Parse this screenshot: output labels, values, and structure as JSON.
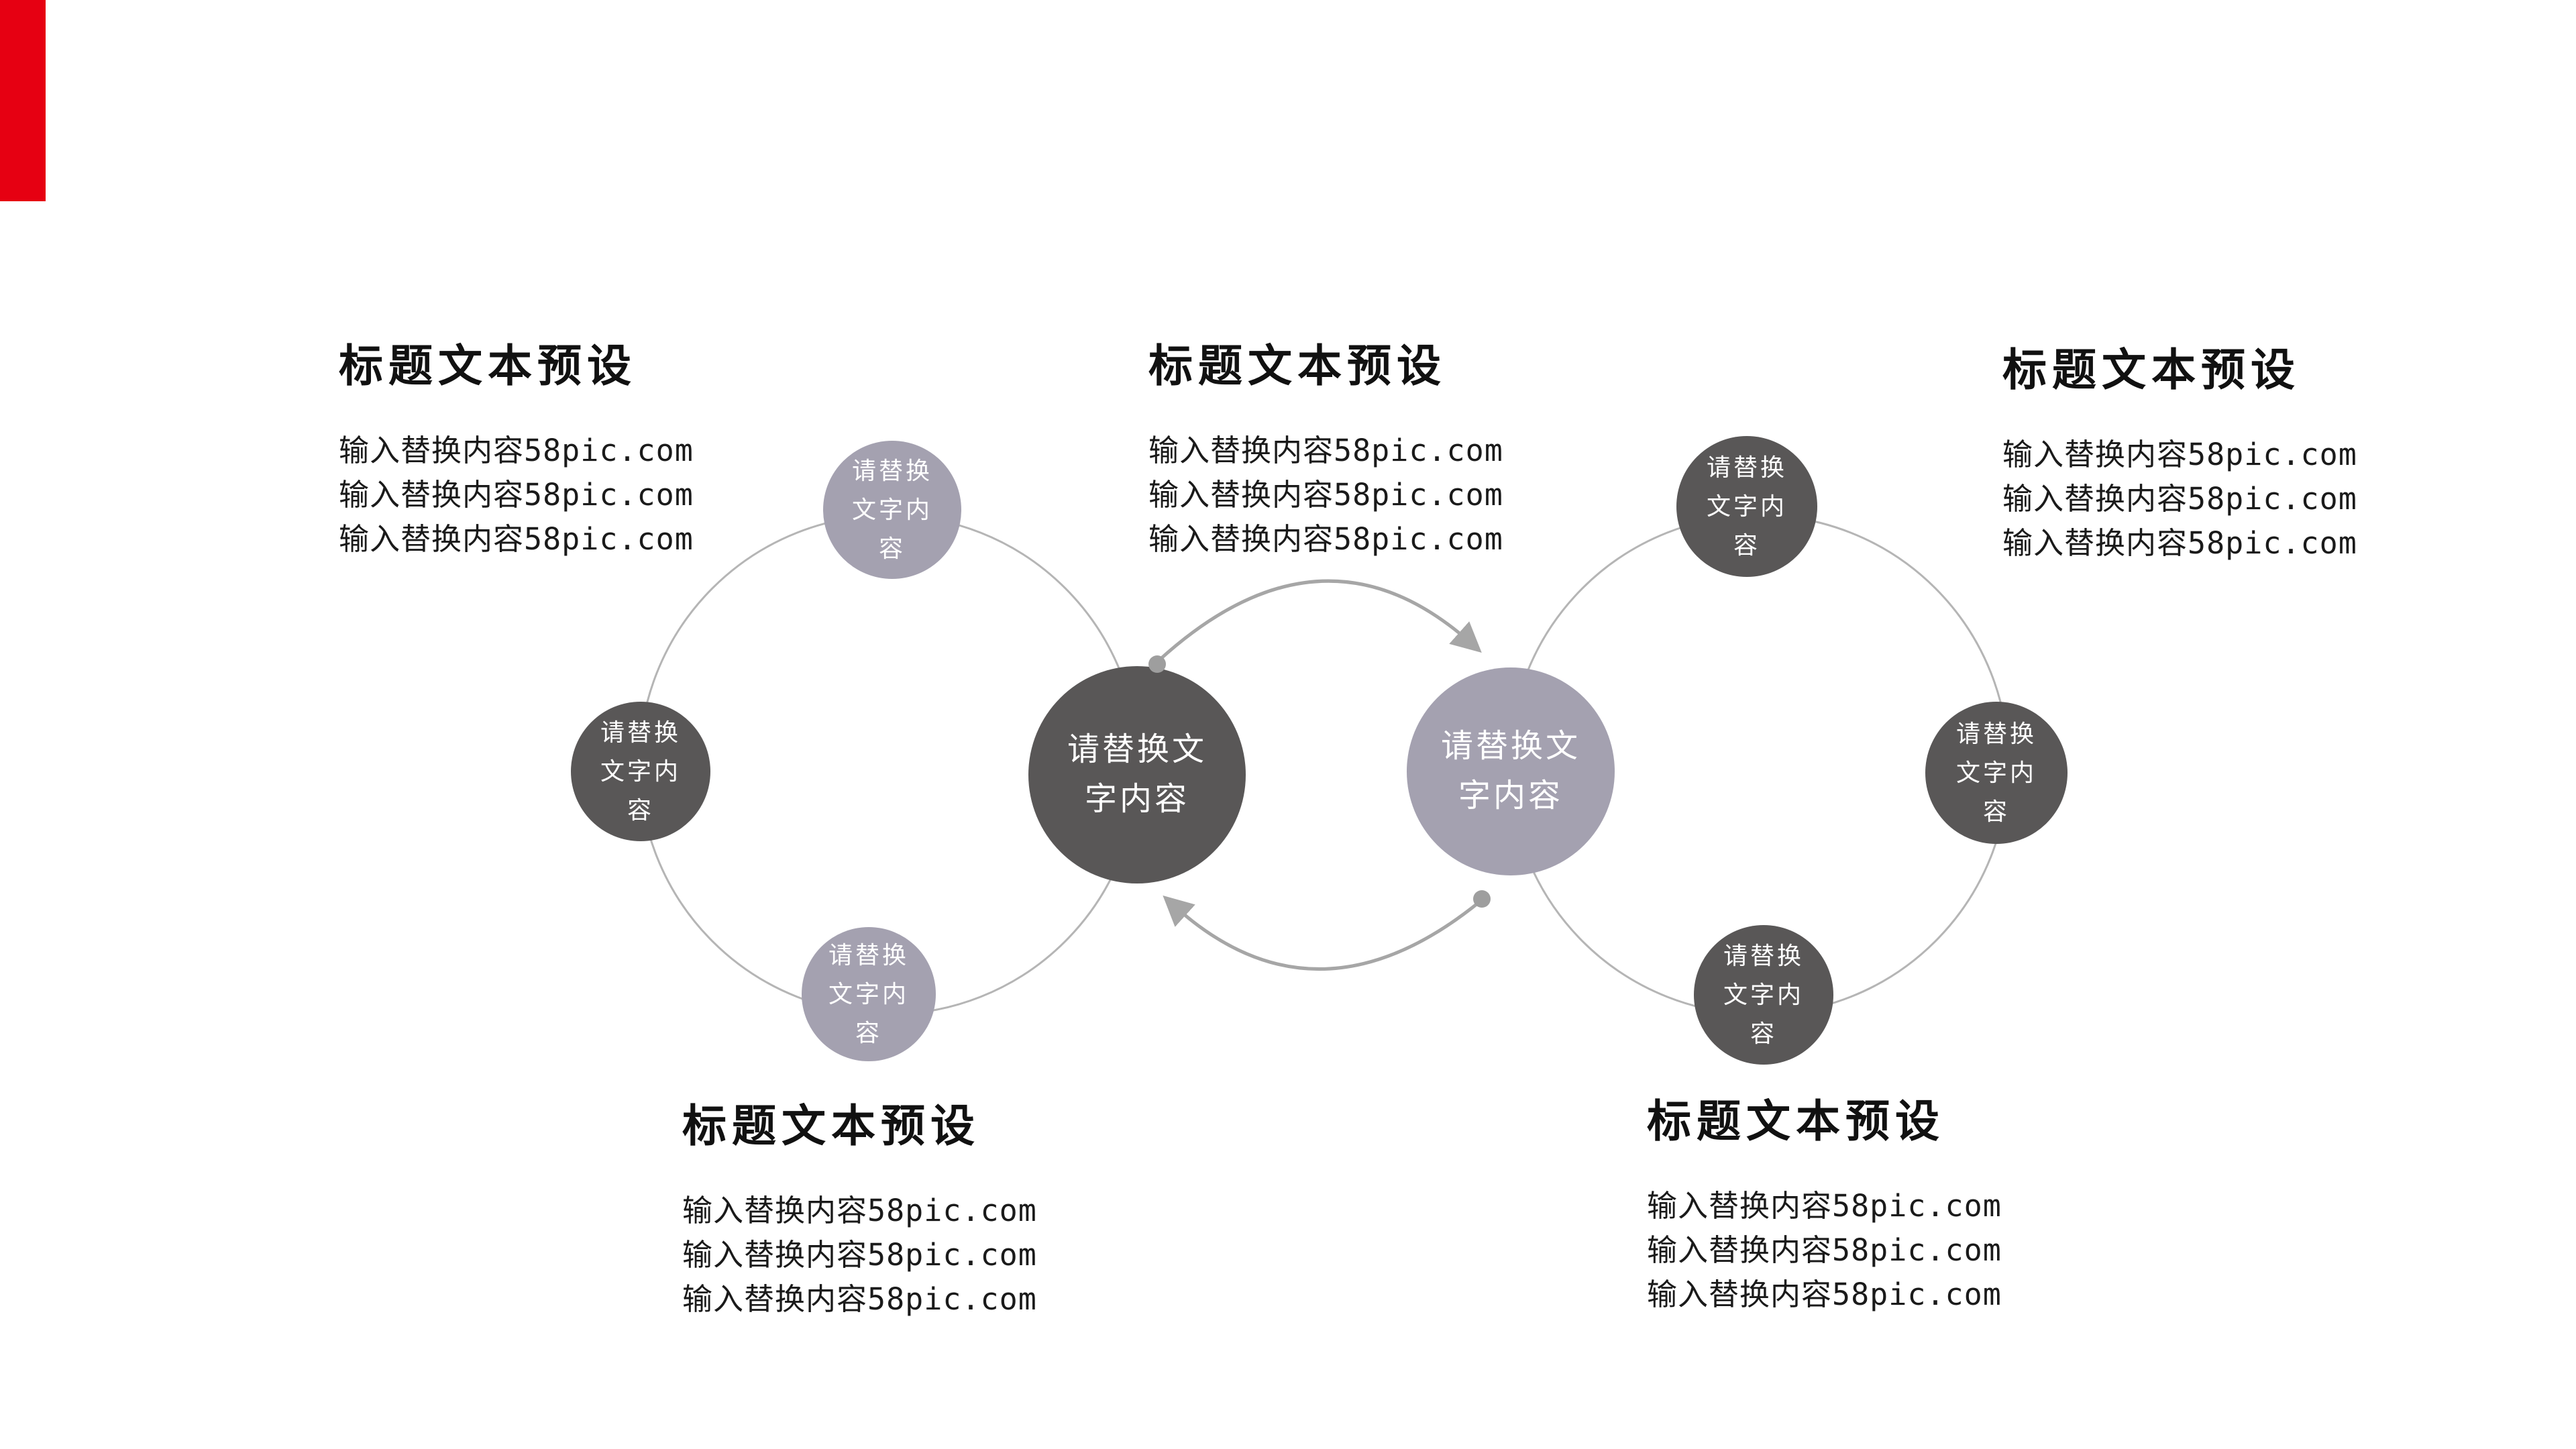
{
  "colors": {
    "accent_red": "#e60012",
    "dark_circle": "#595757",
    "light_circle": "#a4a1b0",
    "ring_line": "#b5b5b5",
    "arrow_line": "#a6a6a6",
    "dot": "#9e9e9e",
    "text": "#1a1a1a"
  },
  "blocks": [
    {
      "id": "top-left",
      "title": "标题文本预设",
      "lines": [
        "输入替换内容58pic.com",
        "输入替换内容58pic.com",
        "输入替换内容58pic.com"
      ]
    },
    {
      "id": "top-center",
      "title": "标题文本预设",
      "lines": [
        "输入替换内容58pic.com",
        "输入替换内容58pic.com",
        "输入替换内容58pic.com"
      ]
    },
    {
      "id": "top-right",
      "title": "标题文本预设",
      "lines": [
        "输入替换内容58pic.com",
        "输入替换内容58pic.com",
        "输入替换内容58pic.com"
      ]
    },
    {
      "id": "bottom-left",
      "title": "标题文本预设",
      "lines": [
        "输入替换内容58pic.com",
        "输入替换内容58pic.com",
        "输入替换内容58pic.com"
      ]
    },
    {
      "id": "bottom-right",
      "title": "标题文本预设",
      "lines": [
        "输入替换内容58pic.com",
        "输入替换内容58pic.com",
        "输入替换内容58pic.com"
      ]
    }
  ],
  "circles": [
    {
      "id": "left-ring-top",
      "tone": "light",
      "text": "请替换\n文字内\n容"
    },
    {
      "id": "left-ring-left",
      "tone": "dark",
      "text": "请替换\n文字内\n容"
    },
    {
      "id": "left-ring-bottom",
      "tone": "light",
      "text": "请替换\n文字内\n容"
    },
    {
      "id": "hub-left",
      "tone": "dark",
      "text": "请替换文\n字内容"
    },
    {
      "id": "hub-right",
      "tone": "light",
      "text": "请替换文\n字内容"
    },
    {
      "id": "right-ring-top",
      "tone": "dark",
      "text": "请替换\n文字内\n容"
    },
    {
      "id": "right-ring-right",
      "tone": "dark",
      "text": "请替换\n文字内\n容"
    },
    {
      "id": "right-ring-bottom",
      "tone": "dark",
      "text": "请替换\n文字内\n容"
    }
  ]
}
